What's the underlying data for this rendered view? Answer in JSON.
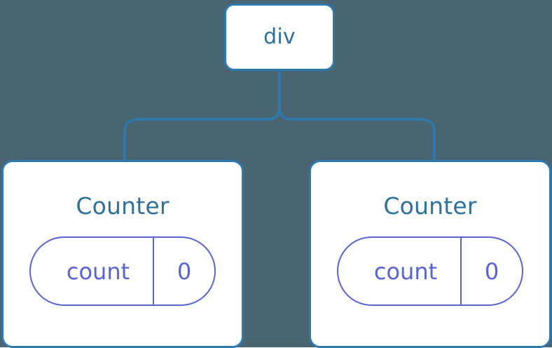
{
  "diagram": {
    "type": "component-tree",
    "background_color": "#4a6572",
    "node_border_color": "#2d7ab0",
    "node_fill_color": "#ffffff",
    "title_text_color": "#2f7099",
    "state_pill_color": "#5b63d3",
    "connector_color": "#2d7ab0"
  },
  "root": {
    "label": "div"
  },
  "children": [
    {
      "label": "Counter",
      "state": {
        "key": "count",
        "value": "0"
      }
    },
    {
      "label": "Counter",
      "state": {
        "key": "count",
        "value": "0"
      }
    }
  ]
}
